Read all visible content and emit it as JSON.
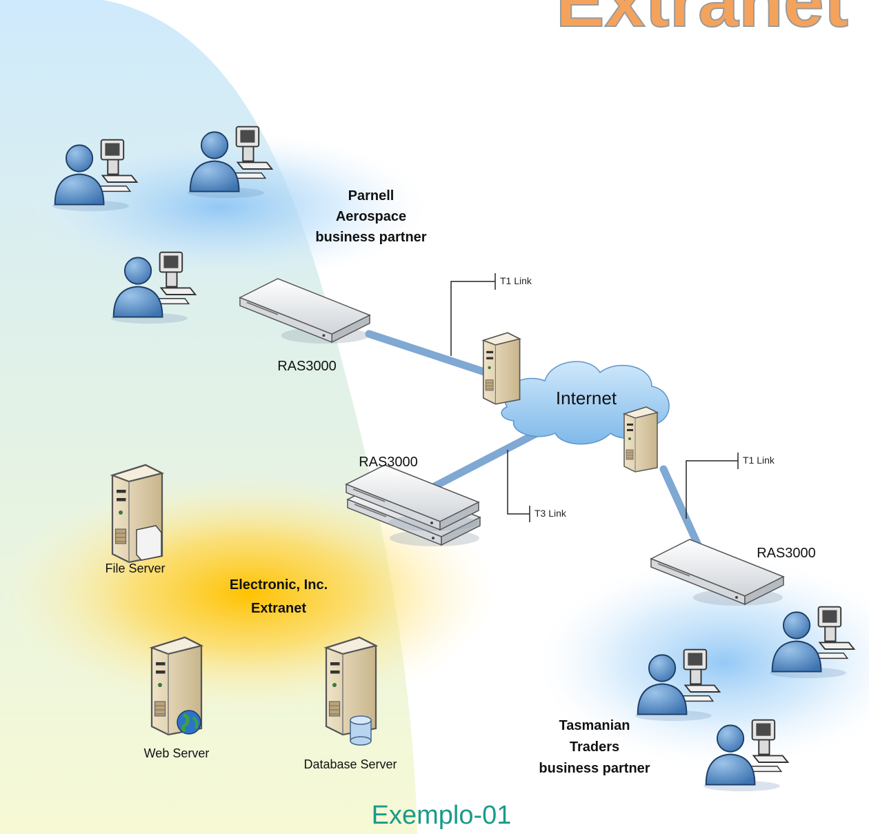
{
  "title": "Extranet",
  "caption": "Exemplo-01",
  "groups": {
    "parnell": [
      "Parnell",
      "Aerospace",
      "business partner"
    ],
    "electronic": [
      "Electronic, Inc.",
      "Extranet"
    ],
    "tasmanian": [
      "Tasmanian",
      "Traders",
      "business partner"
    ]
  },
  "devices": {
    "ras_top": "RAS3000",
    "ras_middle": "RAS3000",
    "ras_right": "RAS3000",
    "internet": "Internet",
    "file_server": "File Server",
    "web_server": "Web Server",
    "database_server": "Database Server"
  },
  "links": {
    "t1_top": "T1 Link",
    "t3": "T3 Link",
    "t1_right": "T1 Link"
  },
  "colors": {
    "title_fill": "#f5a35c",
    "caption": "#1a9a8a",
    "partner_glow": "#9fd0f7",
    "extranet_glow": "#ffc400",
    "link_cable": "#8fb3d6",
    "user_body": "#4f86c1"
  }
}
